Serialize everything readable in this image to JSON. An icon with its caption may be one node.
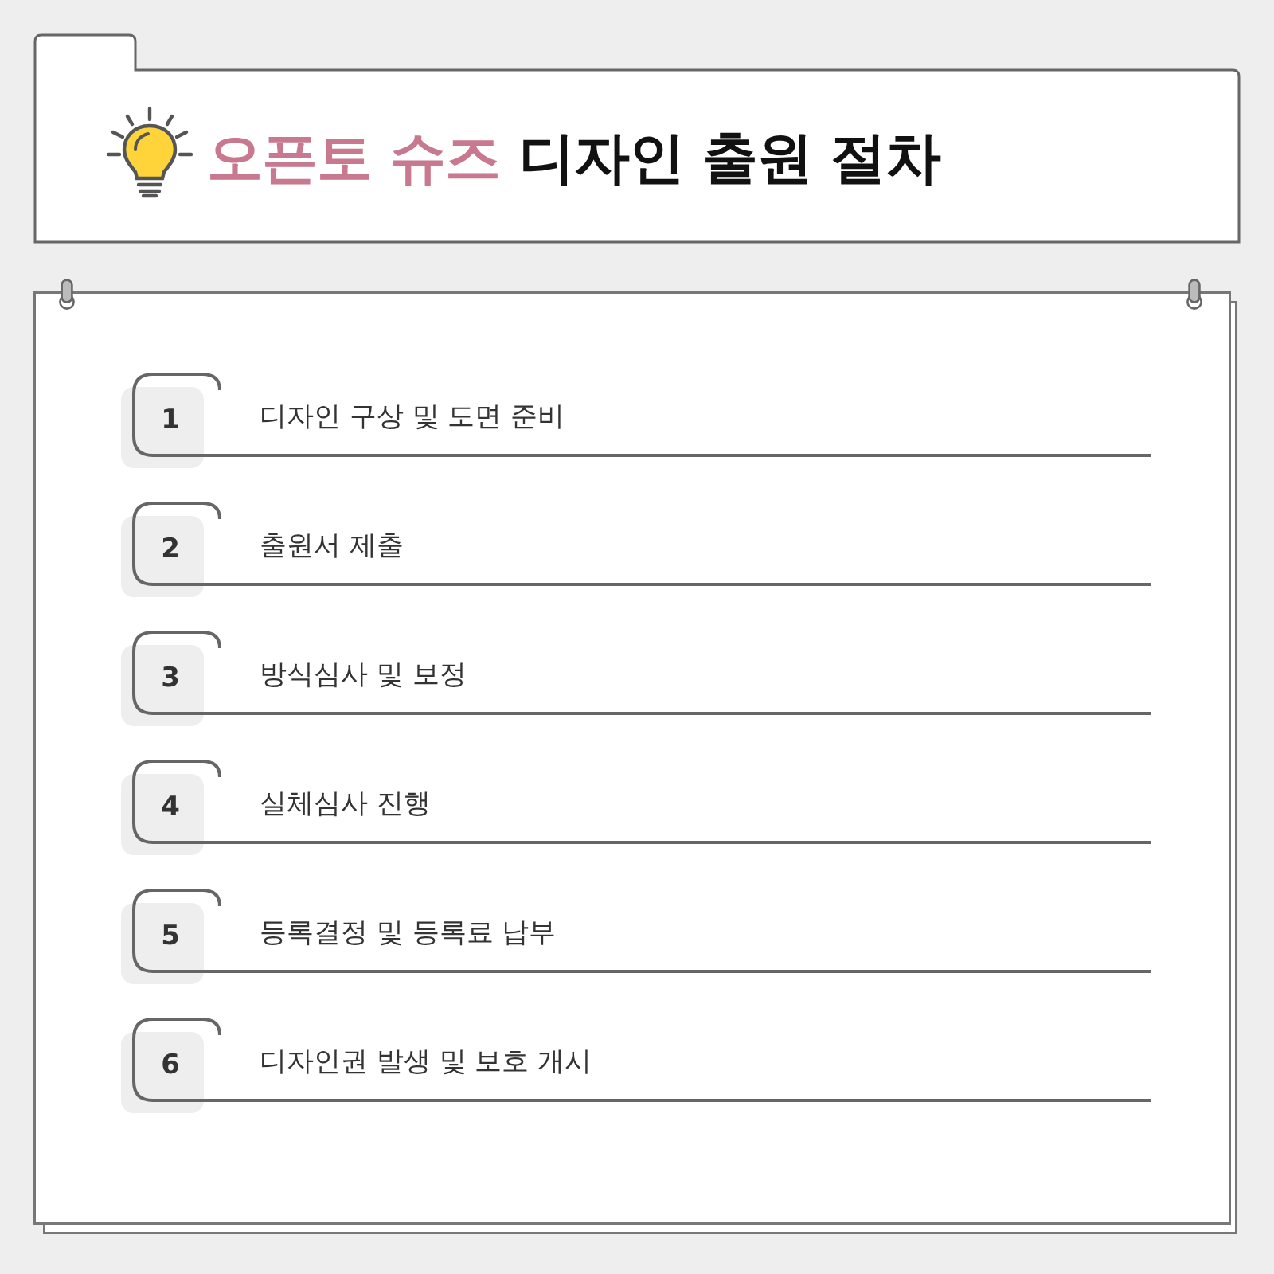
{
  "diagram": {
    "title": "오픈토 슈즈 디자인 출원 절차",
    "nodes": [
      {
        "text": [
          "1",
          "디자인 구상 및 도면 준비"
        ]
      },
      {
        "text": [
          "2",
          "출원서 제출"
        ]
      },
      {
        "text": [
          "3",
          "방식심사 및 보정"
        ]
      },
      {
        "text": [
          "4",
          "실체심사 진행"
        ]
      },
      {
        "text": [
          "5",
          "등록결정 및 등록료 납부"
        ]
      },
      {
        "text": [
          "6",
          "디자인권 발생 및 보호 개시"
        ]
      }
    ]
  }
}
